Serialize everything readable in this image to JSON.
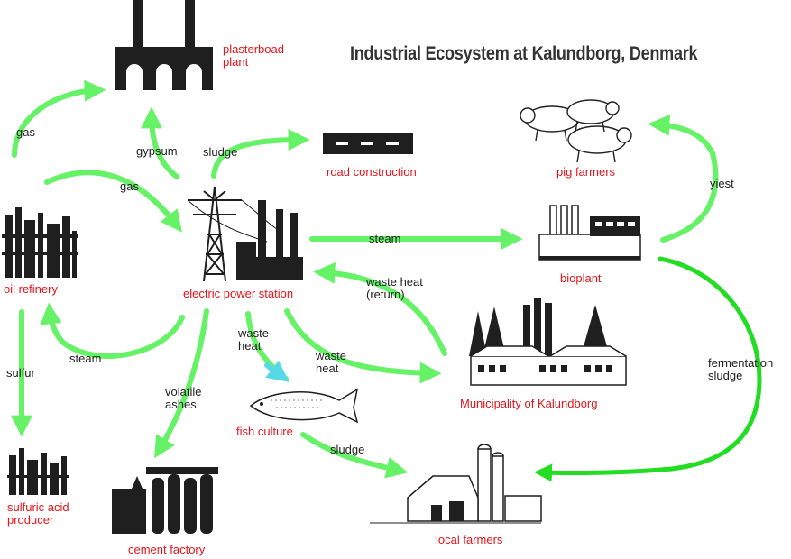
{
  "title": "Industrial Ecosystem at Kalundborg, Denmark",
  "colors": {
    "flow_arrow": "#66f266",
    "strong_arrow": "#22dd22",
    "node_label": "#e8141a",
    "flow_label": "#222222",
    "icon_fill": "#1f1f1f"
  },
  "nodes": {
    "plasterboard_plant": {
      "line1": "plasterboad",
      "line2": "plant"
    },
    "road_construction": "road construction",
    "pig_farmers": "pig farmers",
    "oil_refinery": "oil refinery",
    "electric_power_station": "electric power station",
    "bioplant": "bioplant",
    "municipality": "Municipality of Kalundborg",
    "sulfuric_acid_producer": {
      "line1": "sulfuric acid",
      "line2": "producer"
    },
    "cement_factory": "cement factory",
    "fish_culture": "fish culture",
    "local_farmers": "local farmers"
  },
  "flows": {
    "gas_top": "gas",
    "gas_mid": "gas",
    "gypsum": "gypsum",
    "sludge_road": "sludge",
    "steam_bioplant": "steam",
    "waste_heat_return": {
      "line1": "waste heat",
      "line2": "(return)"
    },
    "yiest": "yiest",
    "waste_heat_fish": {
      "line1": "waste",
      "line2": "heat"
    },
    "waste_heat_municipality": {
      "line1": "waste",
      "line2": "heat"
    },
    "steam_refinery": "steam",
    "sulfur": "sulfur",
    "volatile_ashes": {
      "line1": "volatile",
      "line2": "ashes"
    },
    "fermentation_sludge": {
      "line1": "fermentation",
      "line2": "sludge"
    },
    "sludge_farmers": "sludge"
  }
}
